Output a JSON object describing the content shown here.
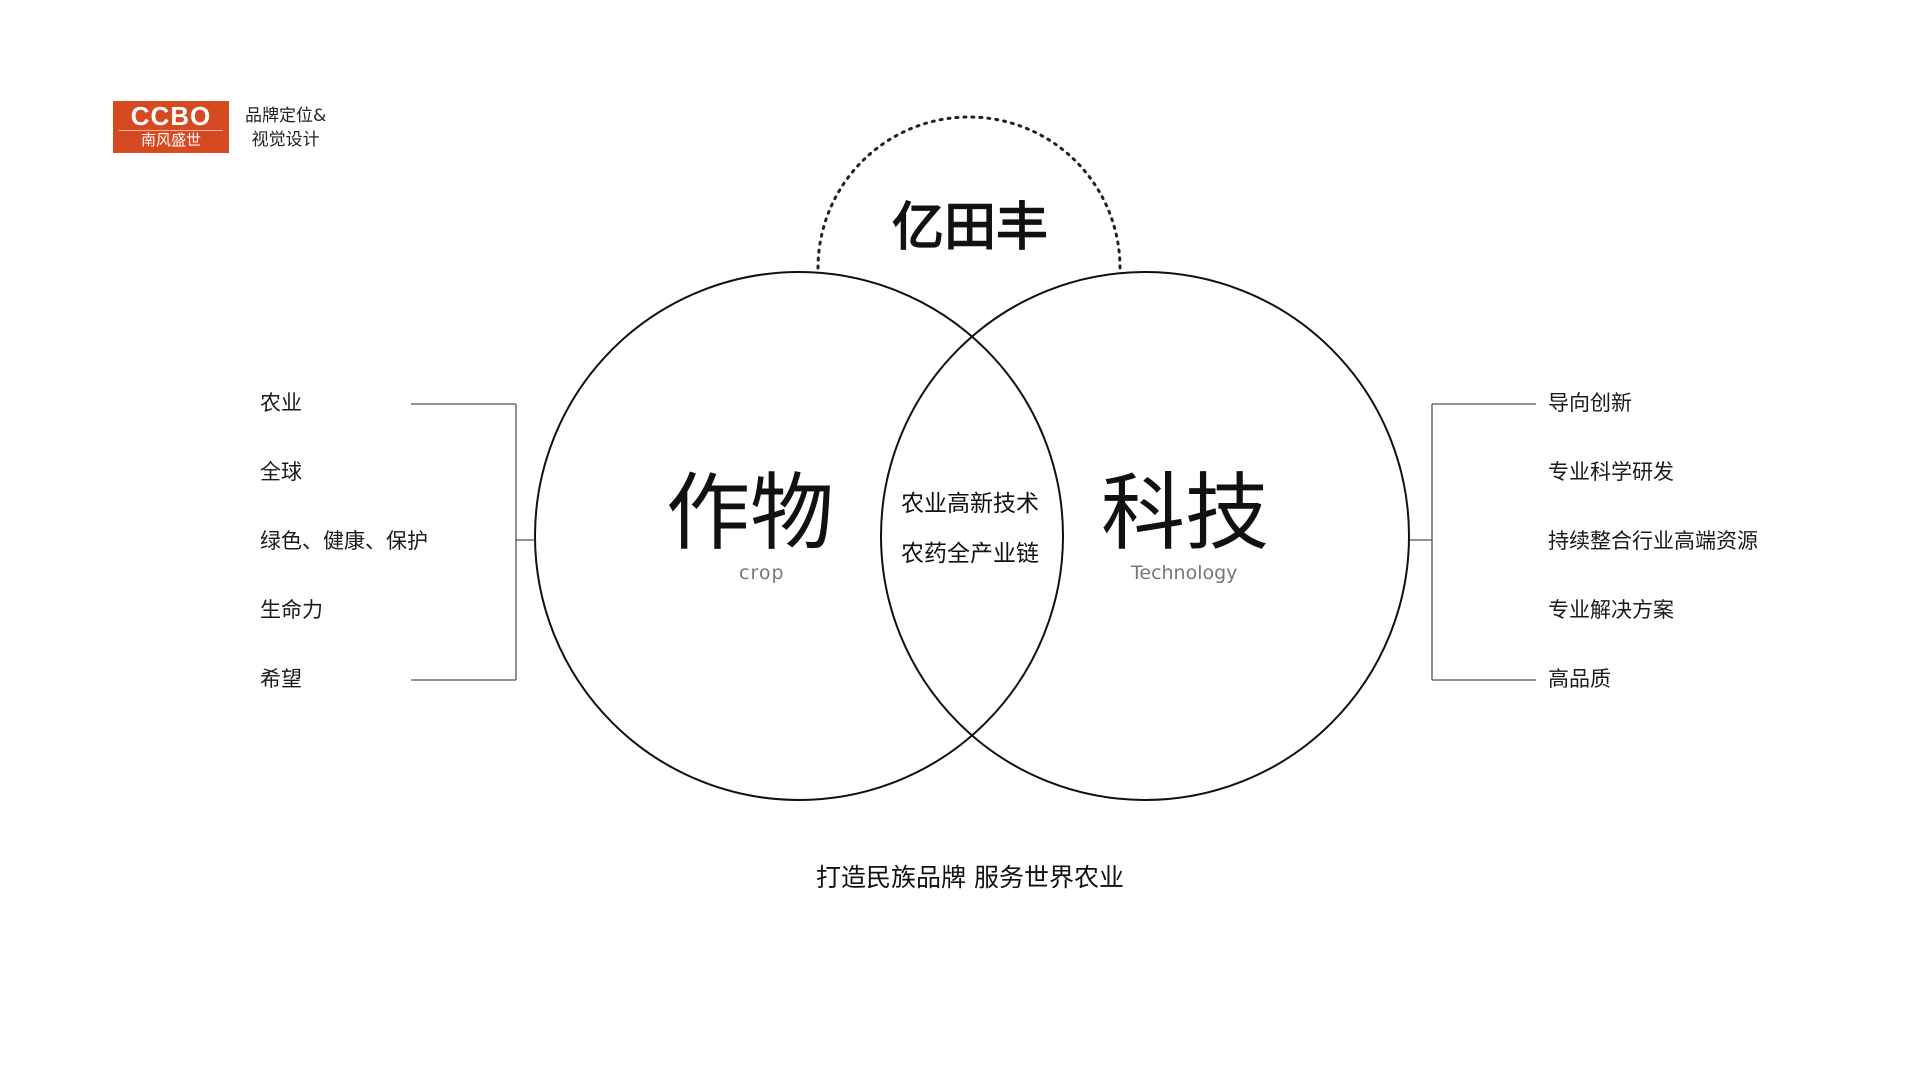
{
  "logo": {
    "main": "CCBO",
    "sub": "南风盛世",
    "caption_line1": "品牌定位&",
    "caption_line2": "视觉设计",
    "color": "#d64a21"
  },
  "diagram": {
    "top_label": "亿田丰",
    "left_title": "作物",
    "left_sub": "crop",
    "right_title": "科技",
    "right_sub": "Technology",
    "overlap_line1": "农业高新技术",
    "overlap_line2": "农药全产业链"
  },
  "left_list": [
    "农业",
    "全球",
    "绿色、健康、保护",
    "生命力",
    "希望"
  ],
  "right_list": [
    "导向创新",
    "专业科学研发",
    "持续整合行业高端资源",
    "专业解决方案",
    "高品质"
  ],
  "slogan": "打造民族品牌  服务世界农业"
}
